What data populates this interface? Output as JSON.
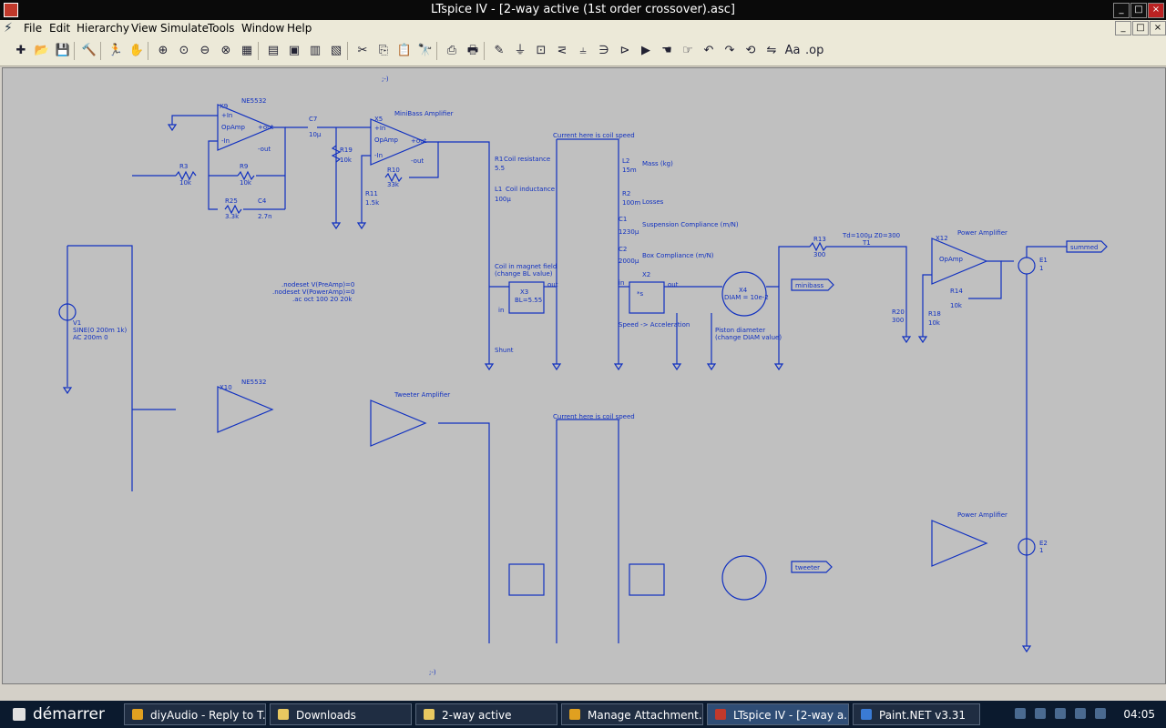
{
  "window": {
    "title": "LTspice IV - [2-way active (1st order crossover).asc]",
    "minimize": "_",
    "maximize": "□",
    "close": "×"
  },
  "menu": [
    "File",
    "Edit",
    "Hierarchy",
    "View",
    "Simulate",
    "Tools",
    "Window",
    "Help"
  ],
  "toolbar": {
    "icons": [
      "new-schematic-icon",
      "open-icon",
      "save-icon",
      "control-panel-icon",
      "run-icon",
      "halt-icon",
      "zoom-in-icon",
      "zoom-fit-icon",
      "zoom-out-icon",
      "cancel-zoom-icon",
      "autoscale-icon",
      "grid-icon",
      "tile-icon",
      "cascade-icon",
      "window-icon",
      "cut-icon",
      "copy-icon",
      "paste-icon",
      "find-icon",
      "print-setup-icon",
      "print-icon",
      "wire-icon",
      "ground-icon",
      "label-icon",
      "resistor-icon",
      "capacitor-icon",
      "inductor-icon",
      "diode-icon",
      "component-icon",
      "move-icon",
      "drag-icon",
      "undo-icon",
      "redo-icon",
      "rotate-icon",
      "mirror-icon",
      "text-icon",
      "spice-directive-icon"
    ],
    "glyphs": [
      "✚",
      "📂",
      "💾",
      "🔨",
      "🏃",
      "✋",
      "⊕",
      "⊙",
      "⊖",
      "⊗",
      "▦",
      "▤",
      "▣",
      "▥",
      "▧",
      "✂",
      "⎘",
      "📋",
      "🔭",
      "⎙",
      "🖶",
      "✎",
      "⏚",
      "⊡",
      "⋜",
      "⫨",
      "∋",
      "⊳",
      "▶",
      "☚",
      "☞",
      "↶",
      "↷",
      "⟲",
      "⇋",
      "Aa",
      ".op"
    ]
  },
  "schematic": {
    "markers": {
      "top": ";-)",
      "bottom": ";-)"
    },
    "directive": [
      ".nodeset V(PreAmp)=0",
      ".nodeset V(PowerAmp)=0",
      ".ac oct 100 20 20k"
    ],
    "source": {
      "name": "V1",
      "value": "SINE(0 200m 1k)",
      "ac": "AC 200m 0"
    },
    "preamp": {
      "ref": "X9",
      "model": "NE5532",
      "symbol": "OpAmp",
      "pin_inp": "+In",
      "pin_inn": "-In",
      "pin_outp": "+out",
      "pin_outn": "-out"
    },
    "parts": [
      {
        "ref": "R3",
        "val": "10k"
      },
      {
        "ref": "R9",
        "val": "10k"
      },
      {
        "ref": "R25",
        "val": "3.3k"
      },
      {
        "ref": "C4",
        "val": "2.7n"
      },
      {
        "ref": "C7",
        "val": "10µ"
      },
      {
        "ref": "R19",
        "val": "10k"
      }
    ],
    "ampstage": {
      "ref": "X5",
      "label": "MiniBass Amplifier",
      "symbol": "OpAmp",
      "pin_inp": "+In",
      "pin_inn": "-In",
      "pin_outp": "+out",
      "pin_outn": "-out",
      "r10": "R10",
      "r10v": "33k",
      "r11": "R11",
      "r11v": "1.5k"
    },
    "speaker": {
      "current_label": "Current here is coil speed",
      "r1": "R1",
      "r1v": "5.5",
      "r1t": "Coil resistance",
      "l1": "L1",
      "l1v": "100µ",
      "l1t": "Coil inductance",
      "l2": "L2",
      "l2v": "15m",
      "l2t": "Mass (kg)",
      "r2": "R2",
      "r2v": "100m",
      "r2t": "Losses",
      "c1": "C1",
      "c1v": "1230µ",
      "c1t": "Suspension Compliance (m/N)",
      "c2": "C2",
      "c2v": "2000µ",
      "c2t": "Box Compliance (m/N)",
      "coil_label1": "Coil in magnet field",
      "coil_label2": "(change BL value)",
      "x3": "X3",
      "x3v": "BL=5.55",
      "shunt": "Shunt",
      "pin_in": "in",
      "pin_out": "out",
      "x2": "X2",
      "x2v": "*s",
      "accel": "Speed -> Acceleration",
      "x4": "X4",
      "x4v": "DIAM = 10e-2",
      "piston1": "Piston diameter",
      "piston2": "(change DIAM value)",
      "net": "minibass"
    },
    "output": {
      "r13": "R13",
      "r13v": "300",
      "t1": "T1",
      "t1v": "Td=100µ Z0=300",
      "r20": "R20",
      "r20v": "300",
      "r18": "R18",
      "r18v": "10k",
      "r14": "R14",
      "r14v": "10k",
      "x12": "X12",
      "x12t": "Power Amplifier",
      "x12sym": "OpAmp",
      "e1": "E1",
      "e1v": "1",
      "e2": "E2",
      "e2v": "1",
      "sum": "summed"
    },
    "tweeter_hint": {
      "model": "NE5532",
      "ref": "X10",
      "label": "Tweeter Amplifier",
      "net": "tweeter",
      "current_label": "Current here is coil speed",
      "power": "Power Amplifier"
    }
  },
  "taskbar": {
    "start": "démarrer",
    "tasks": [
      {
        "label": "diyAudio - Reply to T...",
        "color": "#e0a020"
      },
      {
        "label": "Downloads",
        "color": "#e8c860"
      },
      {
        "label": "2-way active",
        "color": "#e8c860"
      },
      {
        "label": "Manage Attachment...",
        "color": "#e0a020"
      },
      {
        "label": "LTspice IV - [2-way a...",
        "color": "#c0392b"
      },
      {
        "label": "Paint.NET v3.31",
        "color": "#3a7bd5"
      }
    ],
    "clock": "04:05"
  }
}
